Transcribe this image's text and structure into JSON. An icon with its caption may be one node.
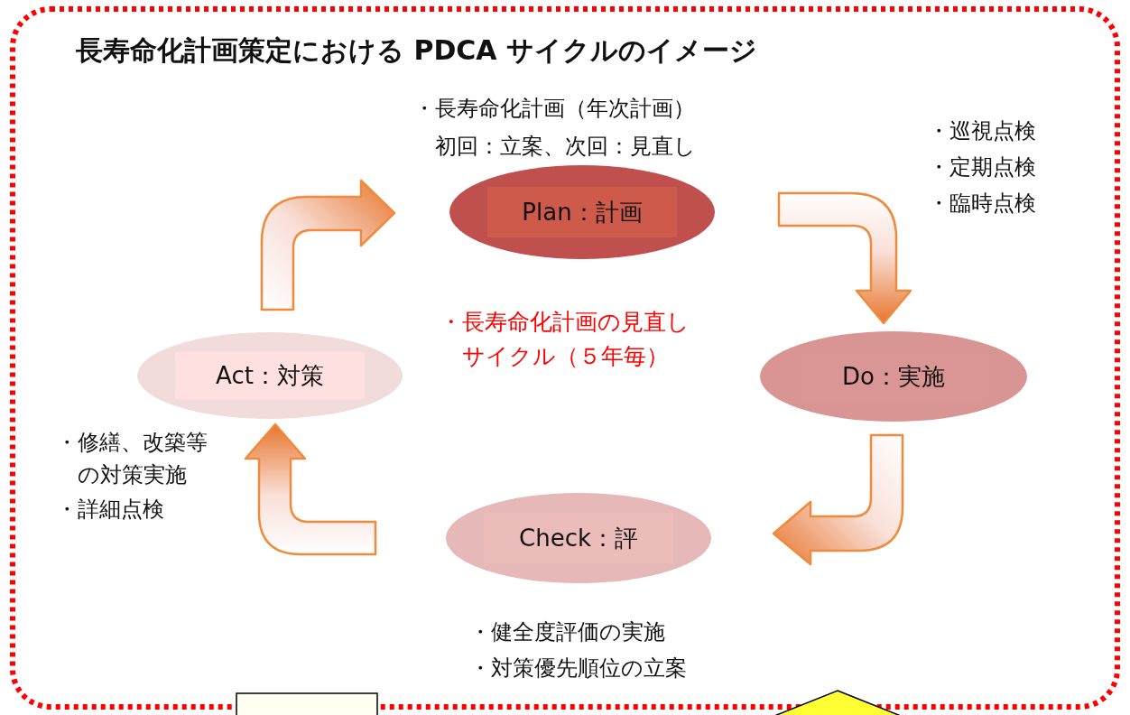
{
  "diagram": {
    "title": "長寿命化計画策定における PDCA サイクルのイメージ",
    "nodes": [
      {
        "text": [
          "Plan：計画"
        ],
        "beside": [
          "・長寿命化計画（年次計画）",
          "初回：立案、次回：見直し"
        ]
      },
      {
        "text": [
          "Do：実施"
        ],
        "beside": [
          "・巡視点検",
          "・定期点検",
          "・臨時点検"
        ]
      },
      {
        "text": [
          "Check：評"
        ],
        "beside": [
          "・健全度評価の実施",
          "・対策優先順位の立案"
        ]
      },
      {
        "text": [
          "Act：対策"
        ],
        "beside": [
          "・修繕、改築等の対策実施",
          "・詳細点検"
        ]
      }
    ],
    "edges": [
      {
        "from": 0,
        "to": 1,
        "arrow": "to"
      },
      {
        "from": 1,
        "to": 2,
        "arrow": "to"
      },
      {
        "from": 2,
        "to": 3,
        "arrow": "to"
      },
      {
        "from": 3,
        "to": 0,
        "arrow": "to"
      }
    ],
    "labels": [
      "・長寿命化計画の見直しサイクル（５年毎）"
    ]
  }
}
